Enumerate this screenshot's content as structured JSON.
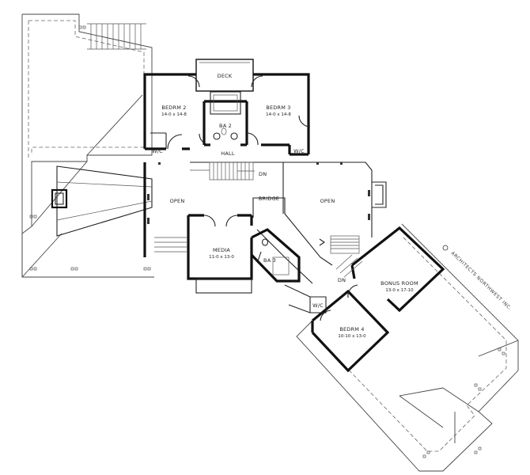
{
  "firm": "ARCHITECTS NORTHWEST INC.",
  "rooms": {
    "deck": "DECK",
    "bedrm2": {
      "name": "BEDRM 2",
      "size": "14-0 x 14-8"
    },
    "bedrm3": {
      "name": "BEDRM 3",
      "size": "14-0 x 14-8"
    },
    "ba2": "BA 2",
    "hall": "HALL",
    "wic_left": "W/C",
    "wic_right": "W/C",
    "open_left": "OPEN",
    "open_right": "OPEN",
    "bridge": "BRIDGE",
    "dn_hall": "DN",
    "dn_stair": "DN",
    "media": {
      "name": "MEDIA",
      "size": "11-0 x 13-0"
    },
    "ba3": "BA 3",
    "bonus": {
      "name": "BONUS ROOM",
      "size": "13-0 x 17-10"
    },
    "wic_lower": "W/C",
    "bedrm4": {
      "name": "BEDRM 4",
      "size": "10-10 x 13-0"
    }
  }
}
